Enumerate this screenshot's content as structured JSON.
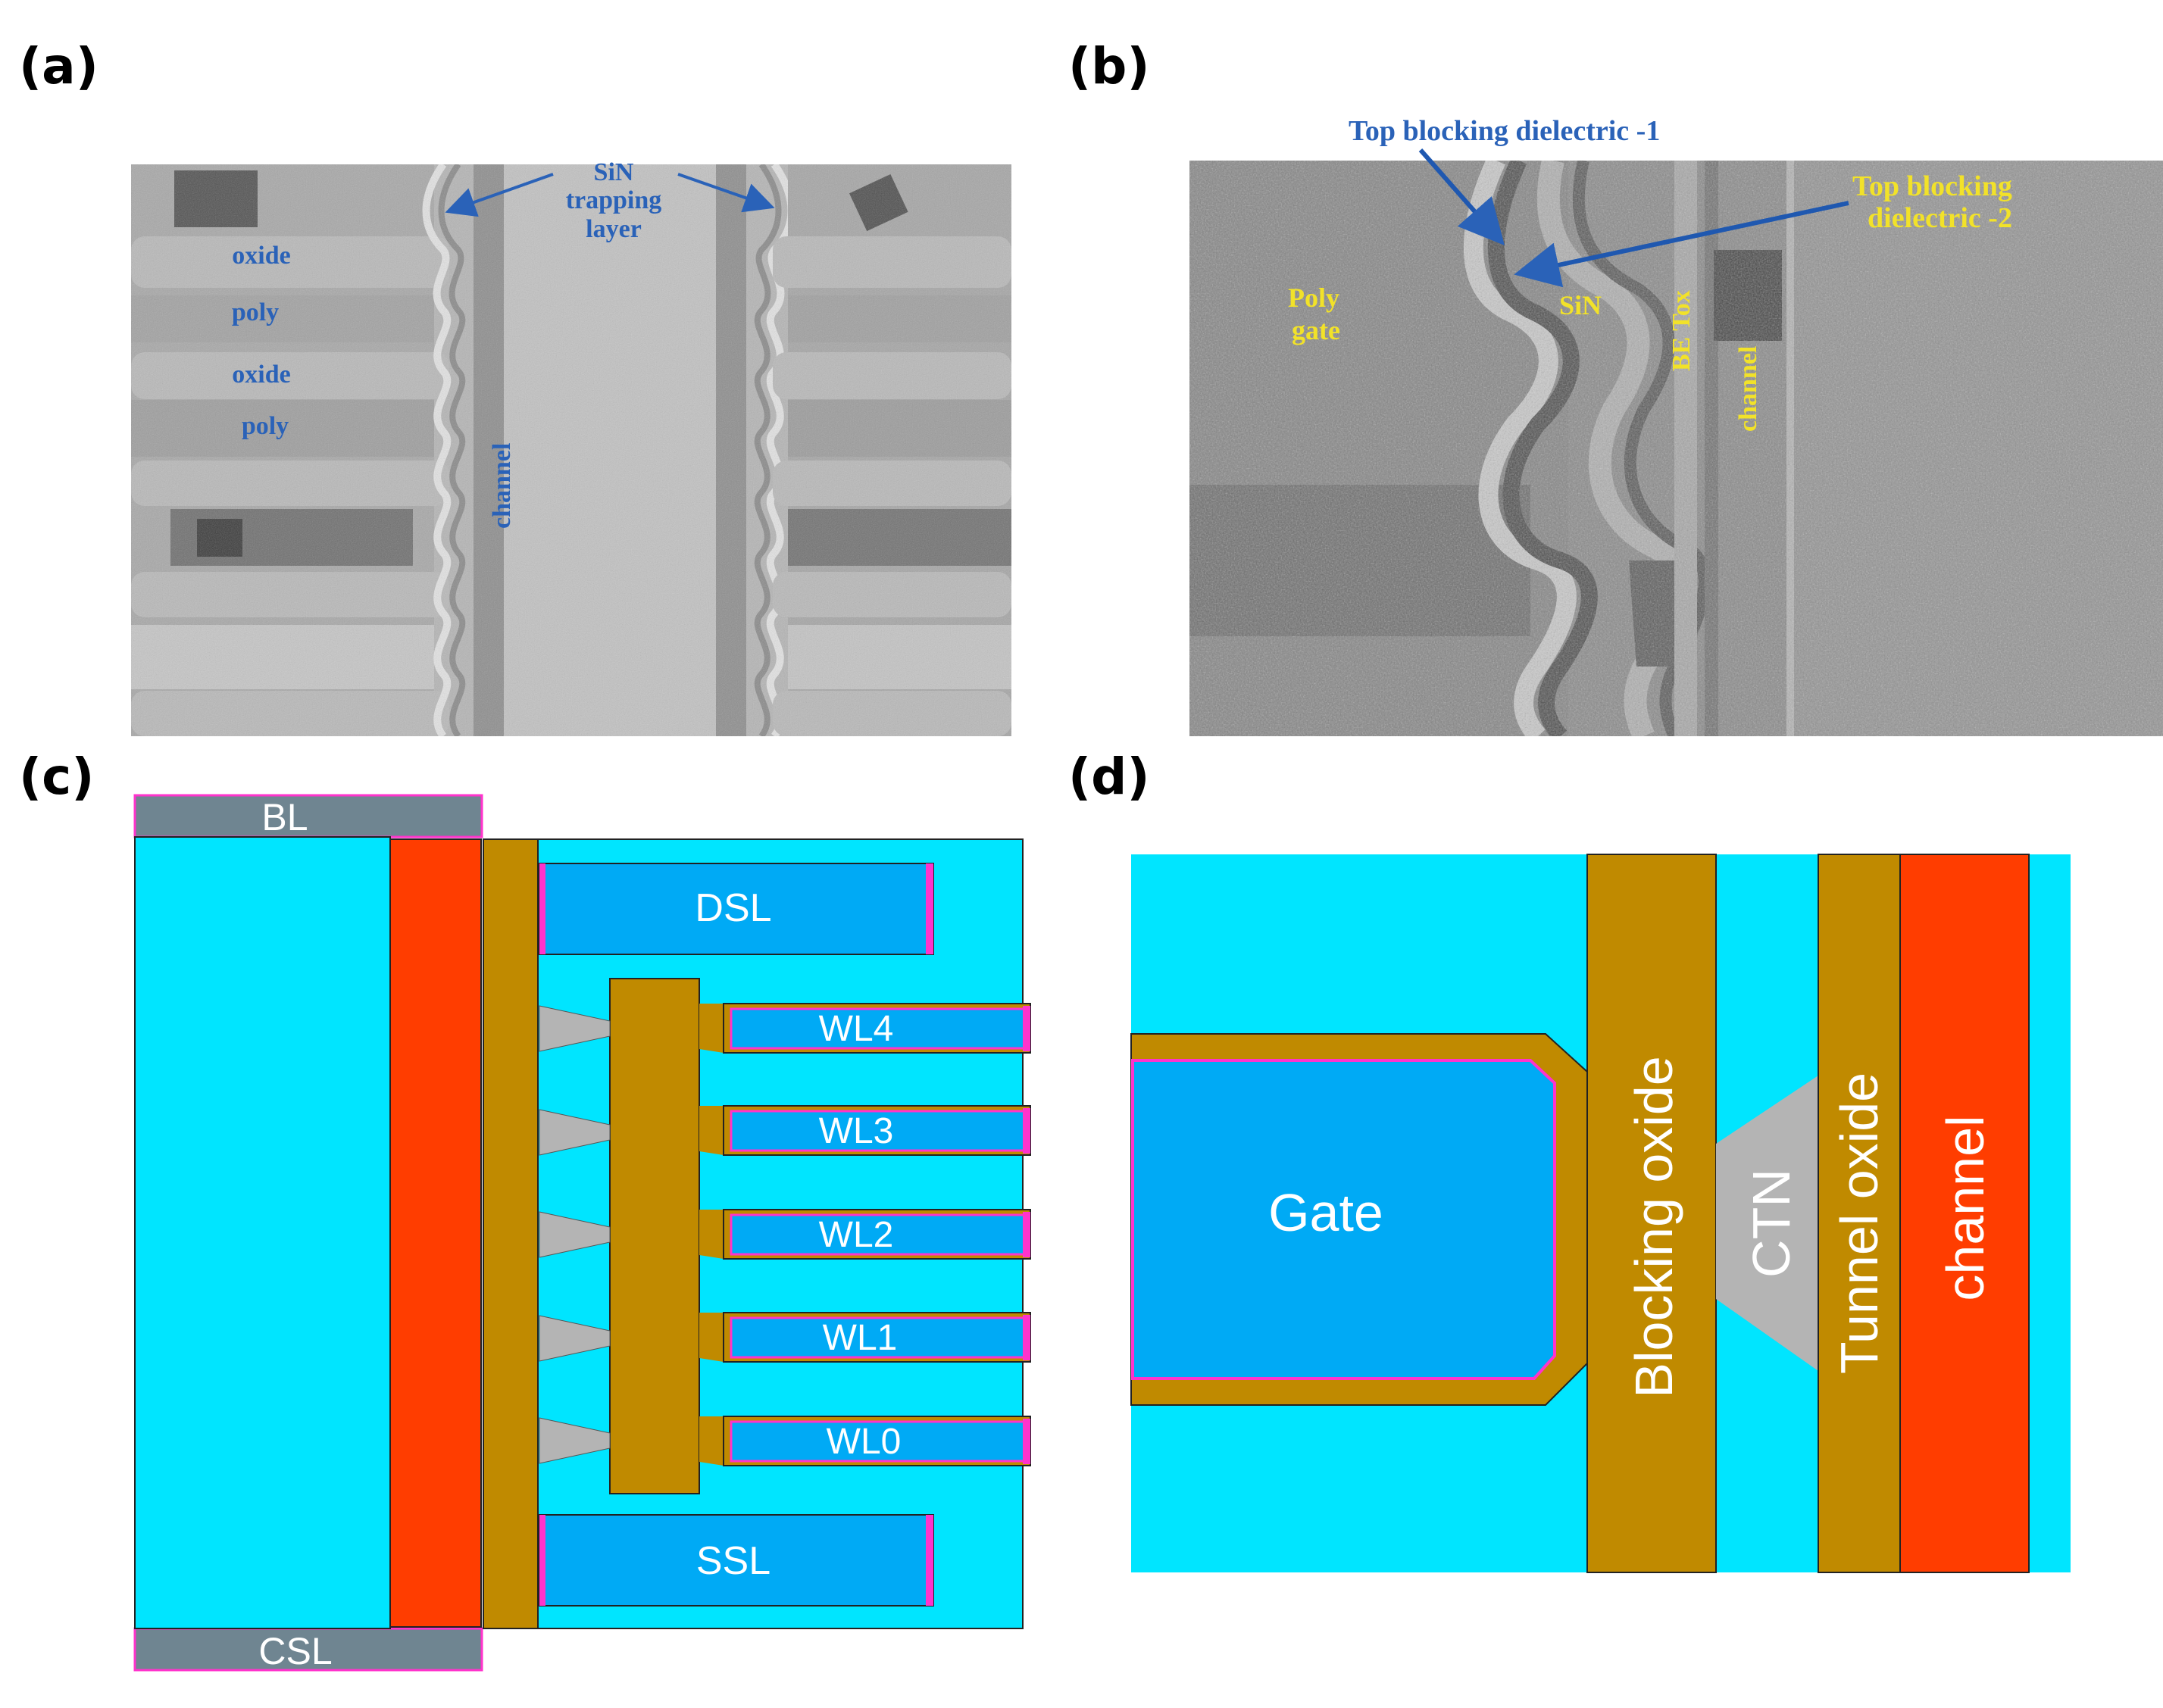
{
  "panel_labels": {
    "a": "(a)",
    "b": "(b)",
    "c": "(c)",
    "d": "(d)"
  },
  "panel_a": {
    "sin_line1": "SiN",
    "sin_line2": "trapping",
    "sin_line3": "layer",
    "oxide1": "oxide",
    "poly1": "poly",
    "oxide2": "oxide",
    "poly2": "poly",
    "channel": "channel"
  },
  "panel_b": {
    "top_blocking_1": "Top blocking dielectric -1",
    "top_blocking_2_line1": "Top blocking",
    "top_blocking_2_line2": "dielectric -2",
    "poly_line1": "Poly",
    "poly_line2": "gate",
    "sin": "SiN",
    "be_tox": "BE Tox",
    "channel": "channel"
  },
  "panel_c": {
    "bl": "BL",
    "csl": "CSL",
    "dsl": "DSL",
    "ssl": "SSL",
    "wordlines": [
      "WL4",
      "WL3",
      "WL2",
      "WL1",
      "WL0"
    ]
  },
  "panel_d": {
    "gate": "Gate",
    "blocking_oxide": "Blocking oxide",
    "ctn": "CTN",
    "tunnel_oxide": "Tunnel oxide",
    "channel": "channel"
  },
  "colors": {
    "cyan": "#00e5ff",
    "gate_blue": "#00aaf5",
    "brown": "#c08a00",
    "red": "#ff3d00",
    "gray": "#b4b4b4",
    "slate": "#6f8591",
    "magenta": "#ff33cc"
  }
}
